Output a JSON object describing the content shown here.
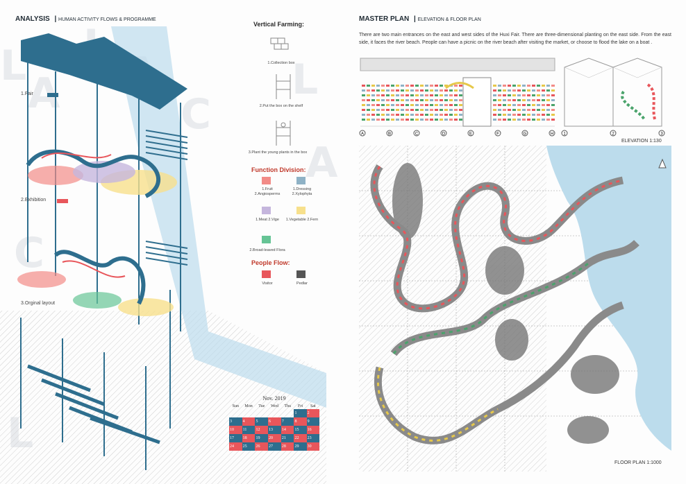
{
  "left_panel": {
    "header_title": "ANALYSIS",
    "header_subtitle": "HUMAN ACTIVITY FLOWS & PROGRAMME",
    "layer_labels": [
      "1.Fair",
      "2.Exhibition",
      "3.Orginal layout"
    ],
    "vertical_farming": {
      "title": "Vertical Farming:",
      "steps": [
        "1.Collection box",
        "2.Put the box on the shelf",
        "3.Plant the young plants in the box"
      ]
    },
    "function_division": {
      "title": "Function Division:",
      "items": [
        {
          "label": "1.Fruit 2.Angiosperms",
          "color": "#f28b87"
        },
        {
          "label": "1.Dressing 2.Xylophyta",
          "color": "#8fb2c6"
        },
        {
          "label": "1.Meat 2.Vige",
          "color": "#c5b6dd"
        },
        {
          "label": "1.Vegetable 2.Fern",
          "color": "#f7e08c"
        },
        {
          "label": "2.Broad-leaved Flora",
          "color": "#66c495"
        }
      ]
    },
    "people_flow": {
      "title": "People Flow:",
      "items": [
        {
          "label": "Visitor",
          "color": "#e8565b"
        },
        {
          "label": "Pedlar",
          "color": "#555555"
        }
      ]
    },
    "calendar": {
      "title": "Nov.  2019",
      "days": [
        "Sun",
        "Mon",
        "Tue",
        "Wed",
        "Thu",
        "Fri",
        "Sat"
      ],
      "weeks": [
        [
          "",
          "",
          "",
          "",
          "",
          "1",
          "2"
        ],
        [
          "3",
          "4",
          "5",
          "6",
          "7",
          "8",
          "9"
        ],
        [
          "10",
          "11",
          "12",
          "13",
          "14",
          "15",
          "16"
        ],
        [
          "17",
          "18",
          "19",
          "20",
          "21",
          "22",
          "23"
        ],
        [
          "24",
          "25",
          "26",
          "27",
          "28",
          "29",
          "30"
        ]
      ]
    }
  },
  "right_panel": {
    "header_title": "MASTER PLAN",
    "header_subtitle": "ELEVATION & FLOOR PLAN",
    "description": "There are two main entrances on the east and west sides of the Huxi Fair. There are three-dimensional planting on the east side. From the east side, it faces the river beach. People can have a picnic on the river beach after visiting the market, or choose to flood the lake on a boat .",
    "elevation_axis_labels": [
      "A",
      "B",
      "C",
      "D",
      "E",
      "F",
      "G",
      "H"
    ],
    "section_axis_labels": [
      "1",
      "2",
      "3"
    ],
    "elevation_scale": "ELEVATION 1:130",
    "floor_plan_scale": "FLOOR PLAN 1:1000"
  },
  "colors": {
    "steel_blue": "#2e6e8e",
    "water_blue": "#bcdcec",
    "visitor_red": "#e8565b"
  },
  "watermark": "LAC"
}
